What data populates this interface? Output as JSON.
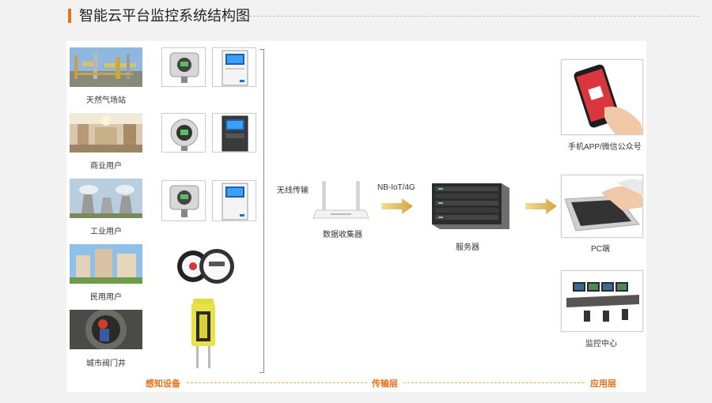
{
  "title": "智能云平台监控系统结构图",
  "left_items": [
    {
      "label": "天然气场站",
      "devices": [
        "gas-detector",
        "control-cabinet"
      ]
    },
    {
      "label": "商业用户",
      "devices": [
        "gas-detector",
        "control-cabinet"
      ]
    },
    {
      "label": "工业用户",
      "devices": [
        "gas-detector",
        "control-cabinet"
      ]
    },
    {
      "label": "民用用户",
      "devices": [
        "smart-meter"
      ]
    },
    {
      "label": "城市阀门井",
      "devices": [
        "well-sensor"
      ]
    }
  ],
  "middle": {
    "wireless_label": "无线传输",
    "router_label": "数据收集器",
    "network_label": "NB-IoT/4G",
    "server_label": "服务器"
  },
  "right_items": [
    {
      "label": "手机APP/微信公众号"
    },
    {
      "label": "PC端"
    },
    {
      "label": "监控中心"
    }
  ],
  "footer": {
    "sensing": "感知设备",
    "transport": "传输层",
    "application": "应用层"
  },
  "colors": {
    "accent": "#e8711a",
    "arrow": "#e0b23a"
  }
}
